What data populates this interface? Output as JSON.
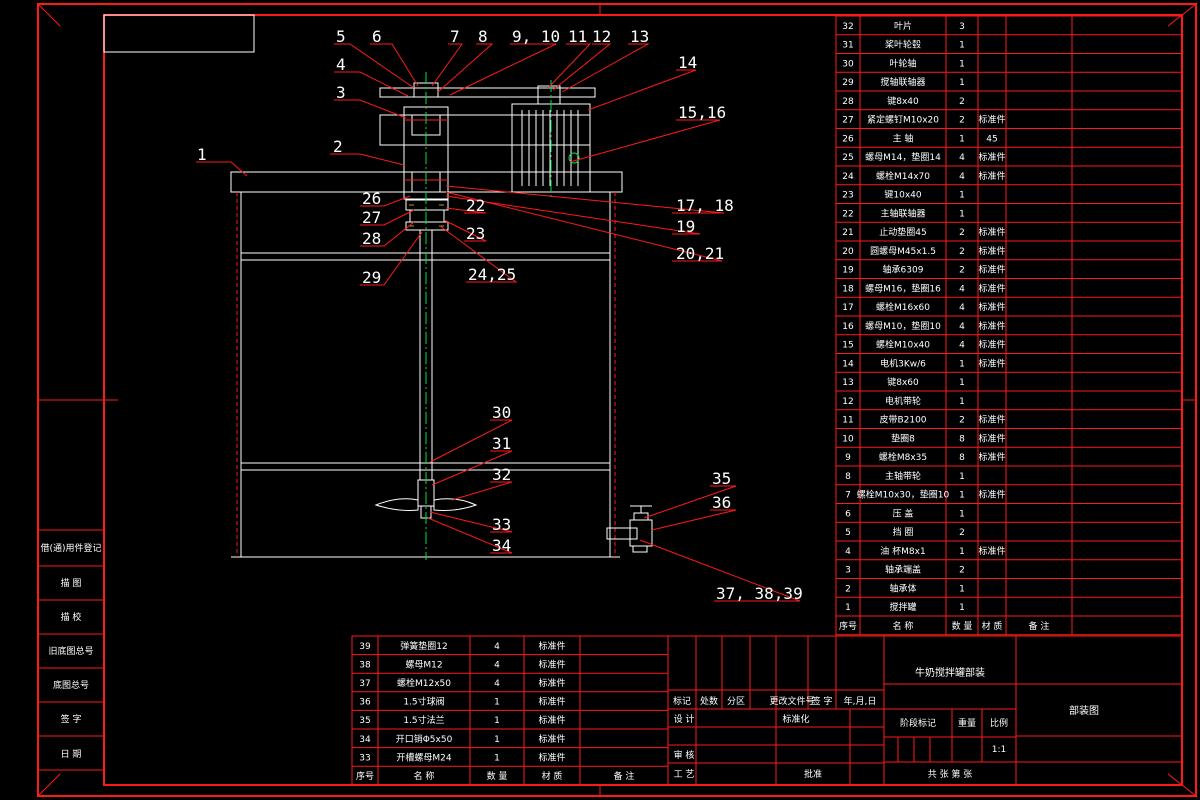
{
  "colors": {
    "frame": "#ff1a1a",
    "line": "#ffffff",
    "center": "#00e04a",
    "accent": "#e8e800",
    "background": "#000000"
  },
  "balloons": [
    {
      "label": "1"
    },
    {
      "label": "2"
    },
    {
      "label": "3"
    },
    {
      "label": "4"
    },
    {
      "label": "5"
    },
    {
      "label": "6"
    },
    {
      "label": "7"
    },
    {
      "label": "8"
    },
    {
      "label": "9, 10"
    },
    {
      "label": "11"
    },
    {
      "label": "12"
    },
    {
      "label": "13"
    },
    {
      "label": "14"
    },
    {
      "label": "15,16"
    },
    {
      "label": "17, 18"
    },
    {
      "label": "19"
    },
    {
      "label": "20,21"
    },
    {
      "label": "22"
    },
    {
      "label": "23"
    },
    {
      "label": "24,25"
    },
    {
      "label": "26"
    },
    {
      "label": "27"
    },
    {
      "label": "28"
    },
    {
      "label": "29"
    },
    {
      "label": "30"
    },
    {
      "label": "31"
    },
    {
      "label": "32"
    },
    {
      "label": "33"
    },
    {
      "label": "34"
    },
    {
      "label": "35"
    },
    {
      "label": "36"
    },
    {
      "label": "37, 38,39"
    }
  ],
  "parts_right": [
    [
      "32",
      "叶片",
      "3",
      ""
    ],
    [
      "31",
      "桨叶轮毂",
      "1",
      ""
    ],
    [
      "30",
      "叶轮轴",
      "1",
      ""
    ],
    [
      "29",
      "搅轴联轴器",
      "1",
      ""
    ],
    [
      "28",
      "键8x40",
      "2",
      ""
    ],
    [
      "27",
      "紧定螺钉M10x20",
      "2",
      "标准件"
    ],
    [
      "26",
      "主 轴",
      "1",
      "45"
    ],
    [
      "25",
      "螺母M14，垫圈14",
      "4",
      "标准件"
    ],
    [
      "24",
      "螺栓M14x70",
      "4",
      "标准件"
    ],
    [
      "23",
      "键10x40",
      "1",
      ""
    ],
    [
      "22",
      "主轴联轴器",
      "1",
      ""
    ],
    [
      "21",
      "止动垫圈45",
      "2",
      "标准件"
    ],
    [
      "20",
      "圆螺母M45x1.5",
      "2",
      "标准件"
    ],
    [
      "19",
      "轴承6309",
      "2",
      "标准件"
    ],
    [
      "18",
      "螺母M16，垫圈16",
      "4",
      "标准件"
    ],
    [
      "17",
      "螺栓M16x60",
      "4",
      "标准件"
    ],
    [
      "16",
      "螺母M10，垫圈10",
      "4",
      "标准件"
    ],
    [
      "15",
      "螺栓M10x40",
      "4",
      "标准件"
    ],
    [
      "14",
      "电机3Kw/6",
      "1",
      "标准件"
    ],
    [
      "13",
      "键8x60",
      "1",
      ""
    ],
    [
      "12",
      "电机带轮",
      "1",
      ""
    ],
    [
      "11",
      "皮带B2100",
      "2",
      "标准件"
    ],
    [
      "10",
      "垫圈8",
      "8",
      "标准件"
    ],
    [
      "9",
      "螺栓M8x35",
      "8",
      "标准件"
    ],
    [
      "8",
      "主轴带轮",
      "1",
      ""
    ],
    [
      "7",
      "螺栓M10x30，垫圈10",
      "1",
      "标准件"
    ],
    [
      "6",
      "压 盖",
      "1",
      ""
    ],
    [
      "5",
      "挡 圈",
      "2",
      ""
    ],
    [
      "4",
      "油 杯M8x1",
      "1",
      "标准件"
    ],
    [
      "3",
      "轴承端盖",
      "2",
      ""
    ],
    [
      "2",
      "轴承体",
      "1",
      ""
    ],
    [
      "1",
      "搅拌罐",
      "1",
      ""
    ]
  ],
  "parts_right_header": [
    "序号",
    "名 称",
    "数 量",
    "材 质",
    "备 注"
  ],
  "parts_bottom": [
    [
      "39",
      "弹簧垫圈12",
      "4",
      "标准件"
    ],
    [
      "38",
      "螺母M12",
      "4",
      "标准件"
    ],
    [
      "37",
      "螺栓M12x50",
      "4",
      "标准件"
    ],
    [
      "36",
      "1.5寸球阀",
      "1",
      "标准件"
    ],
    [
      "35",
      "1.5寸法兰",
      "1",
      "标准件"
    ],
    [
      "34",
      "开口销Φ5x50",
      "1",
      "标准件"
    ],
    [
      "33",
      "开槽螺母M24",
      "1",
      "标准件"
    ]
  ],
  "parts_bottom_header": [
    "序号",
    "名 称",
    "数 量",
    "材 质",
    "备 注"
  ],
  "title_block": {
    "drawing_name": "牛奶搅拌罐部装",
    "drawing_type": "部装图",
    "row_labels": [
      "标记",
      "处数",
      "分区",
      "更改文件号",
      "签 字",
      "年,月,日"
    ],
    "design": "设 计",
    "standard": "标准化",
    "stage": "阶段标记",
    "weight": "重量",
    "scale_label": "比例",
    "scale": "1:1",
    "review": "审 核",
    "process": "工 艺",
    "approve": "批准",
    "sheets": "共   张   第   张"
  },
  "left_strip": [
    "借(通)用件登记",
    "描 图",
    "描 校",
    "旧底图总号",
    "底图总号",
    "签 字",
    "日 期"
  ]
}
